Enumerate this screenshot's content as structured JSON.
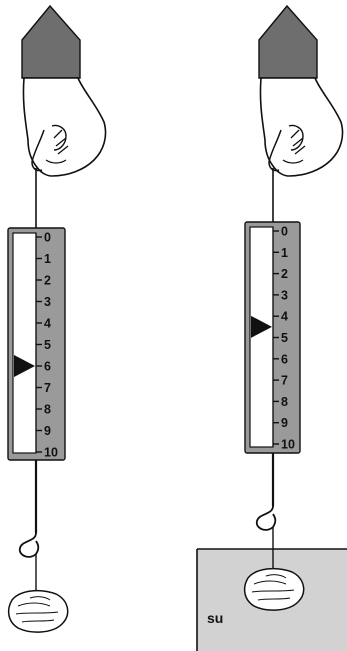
{
  "scales": [
    {
      "id": "left",
      "ticks": [
        "0",
        "1",
        "2",
        "3",
        "4",
        "5",
        "6",
        "7",
        "8",
        "9",
        "10"
      ],
      "reading": 6
    },
    {
      "id": "right",
      "ticks": [
        "0",
        "1",
        "2",
        "3",
        "4",
        "5",
        "6",
        "7",
        "8",
        "9",
        "10"
      ],
      "reading": 4.5
    }
  ],
  "water": {
    "label": "su"
  },
  "colors": {
    "cuff": "#6e6e6e",
    "frame": "#9a9a9a",
    "water": "#d2d2d2",
    "line": "#111111"
  }
}
